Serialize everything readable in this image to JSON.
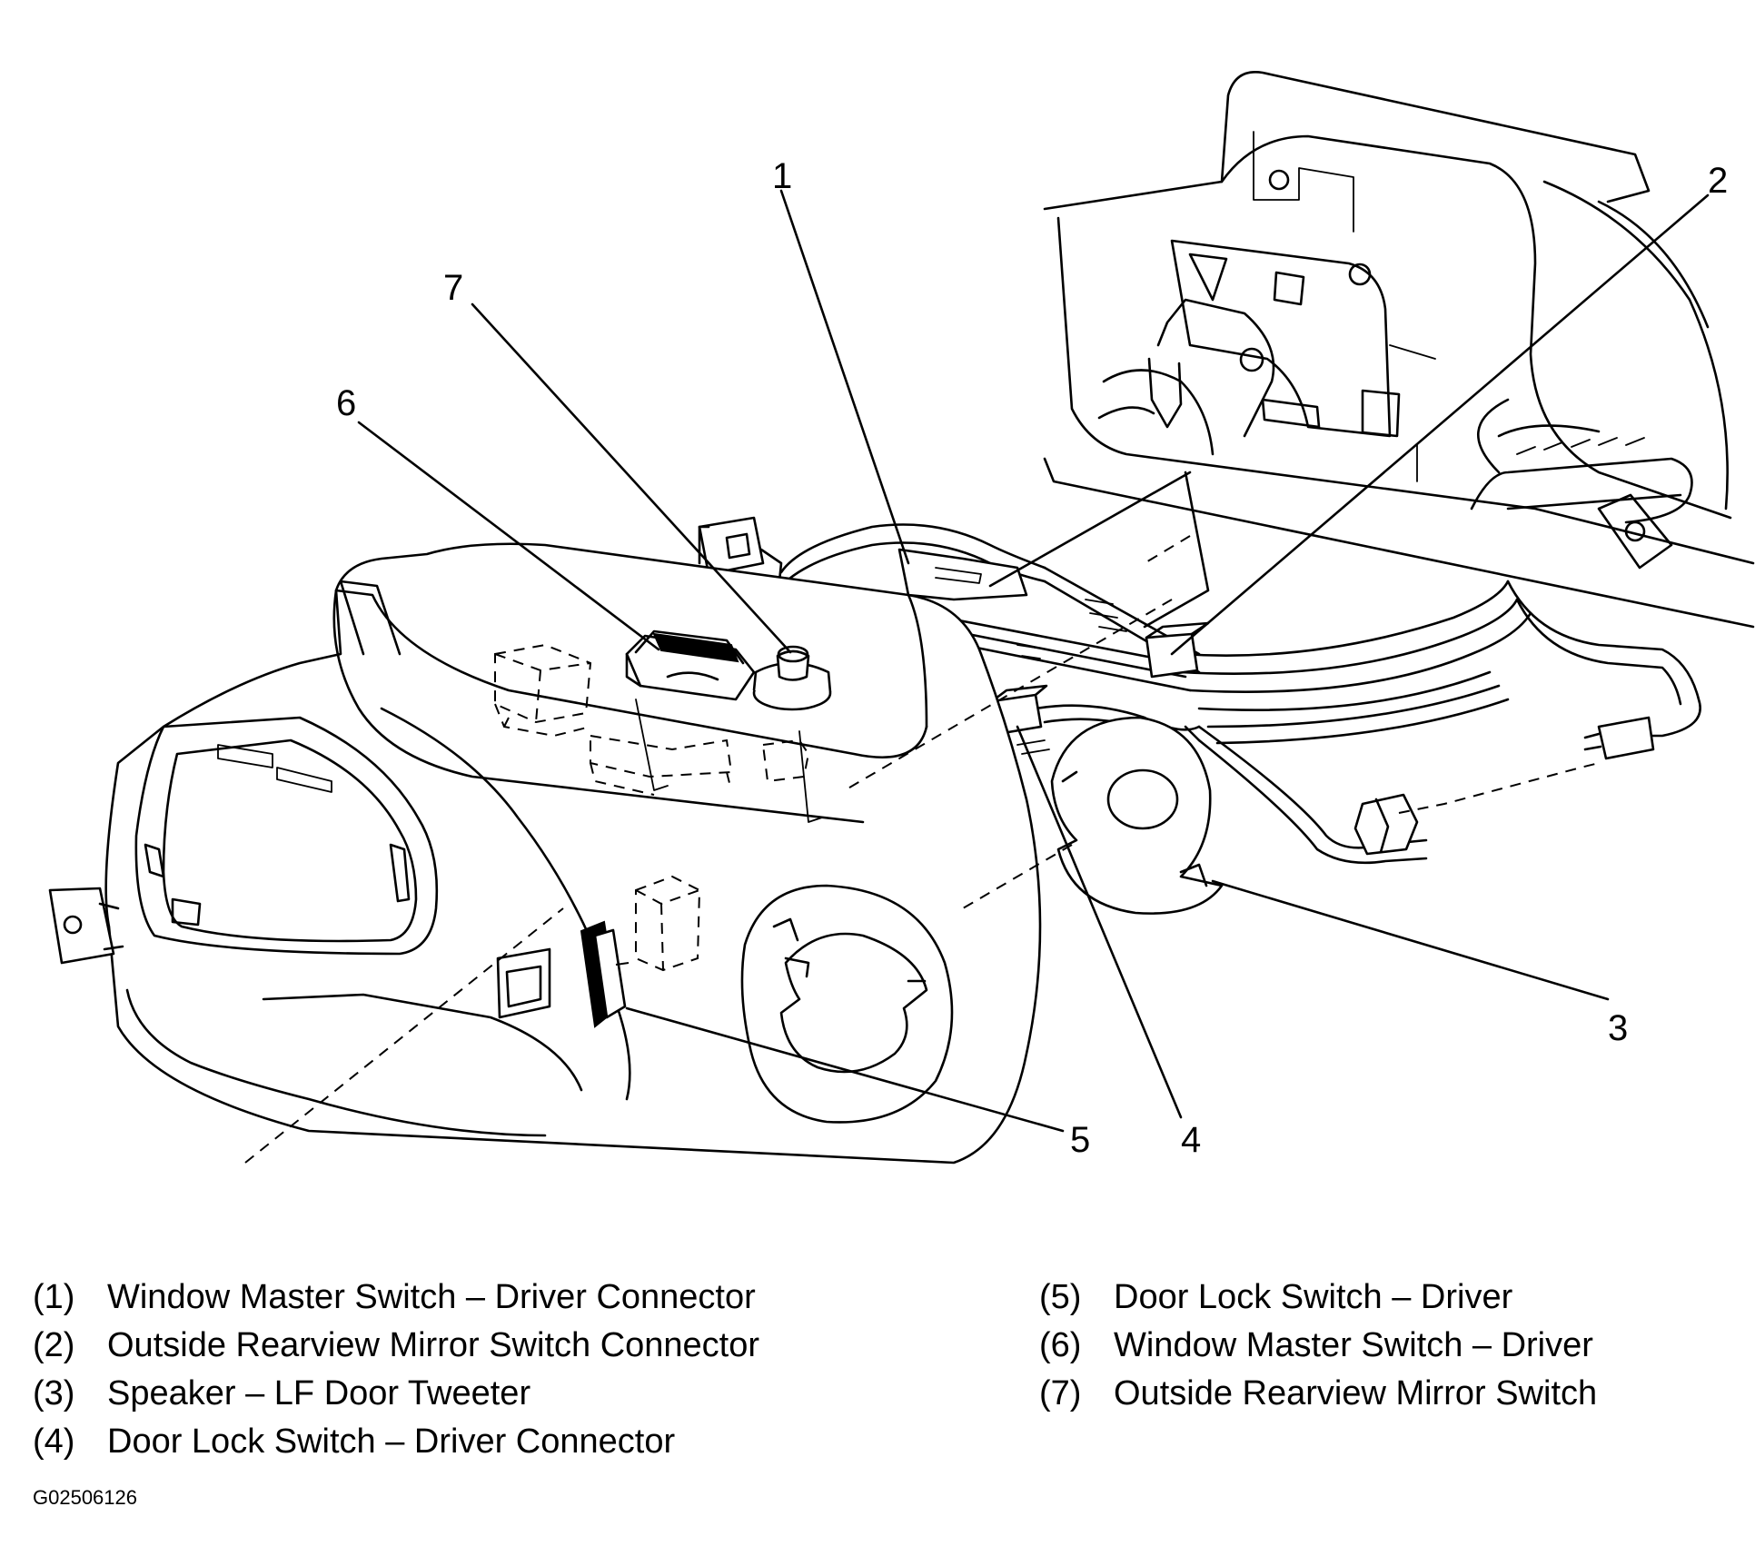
{
  "callouts": {
    "c1": "1",
    "c2": "2",
    "c3": "3",
    "c4": "4",
    "c5": "5",
    "c6": "6",
    "c7": "7"
  },
  "legend": {
    "left": [
      {
        "num": "(1)",
        "text": "Window Master Switch – Driver Connector"
      },
      {
        "num": "(2)",
        "text": "Outside Rearview Mirror Switch Connector"
      },
      {
        "num": "(3)",
        "text": "Speaker – LF Door Tweeter"
      },
      {
        "num": "(4)",
        "text": "Door Lock Switch – Driver Connector"
      }
    ],
    "right": [
      {
        "num": "(5)",
        "text": "Door Lock Switch – Driver"
      },
      {
        "num": "(6)",
        "text": "Window Master Switch – Driver"
      },
      {
        "num": "(7)",
        "text": "Outside Rearview Mirror Switch"
      }
    ]
  },
  "figure_id": "G02506126",
  "colors": {
    "ink": "#000000",
    "paper": "#ffffff"
  }
}
